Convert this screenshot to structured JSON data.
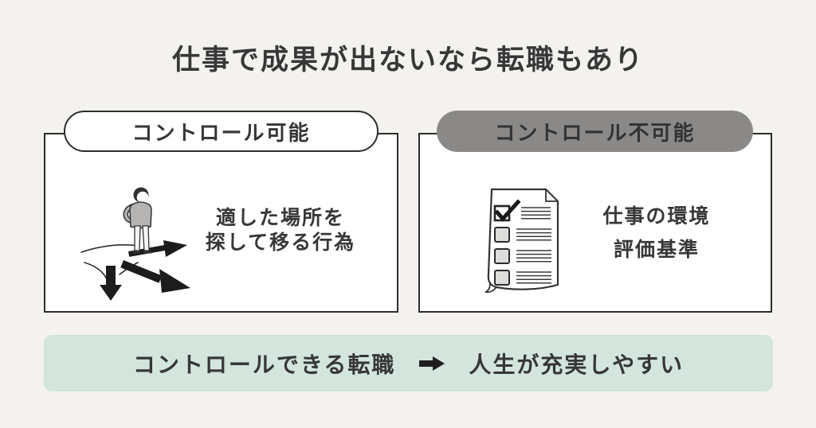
{
  "title": "仕事で成果が出ないなら転職もあり",
  "cards": {
    "left": {
      "pill": "コントロール可能",
      "line1": "適した場所を",
      "line2": "探して移る行為",
      "icon": "person-at-crossroads-icon"
    },
    "right": {
      "pill": "コントロール不可能",
      "line1": "仕事の環境",
      "line2": "評価基準",
      "icon": "checklist-icon"
    }
  },
  "banner": {
    "lead": "コントロールできる転職",
    "arrow_icon": "right-arrow-icon",
    "result": "人生が充実しやすい"
  },
  "colors": {
    "background": "#f4f2ee",
    "card_background": "#ffffff",
    "border": "#2d2d2d",
    "text": "#373737",
    "gray_pill": "#8a8987",
    "banner_background": "#d3e5dc",
    "sweater_gray": "#b5b4b2"
  }
}
